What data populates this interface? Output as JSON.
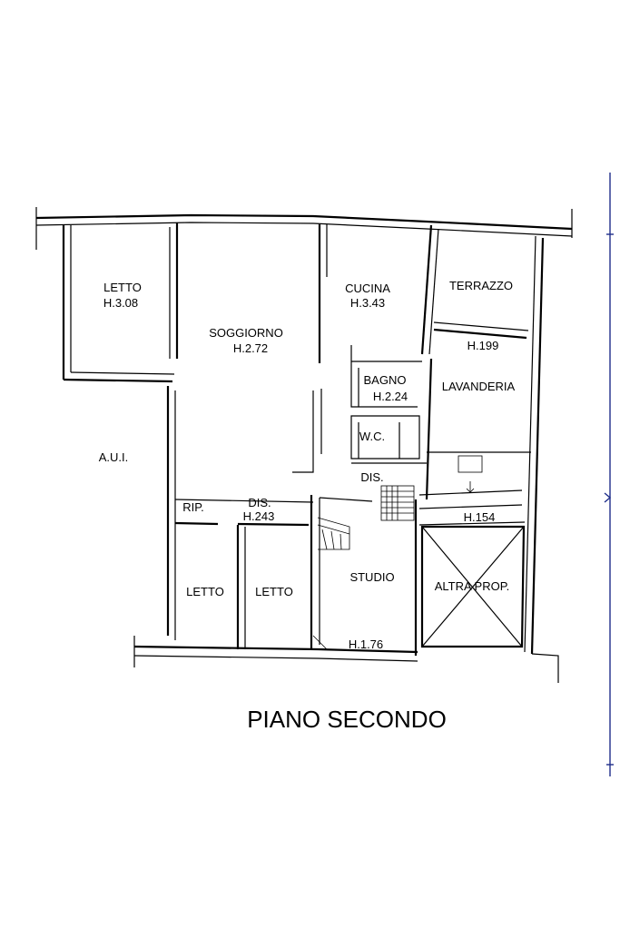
{
  "title": "PIANO SECONDO",
  "rooms": [
    {
      "name": "LETTO",
      "height": "H.3.08"
    },
    {
      "name": "SOGGIORNO",
      "height": "H.2.72"
    },
    {
      "name": "CUCINA",
      "height": "H.3.43"
    },
    {
      "name": "TERRAZZO",
      "height": "H.199"
    },
    {
      "name": "LAVANDERIA"
    },
    {
      "name": "BAGNO",
      "height": "H.2.24"
    },
    {
      "name": "W.C."
    },
    {
      "name": "DIS."
    },
    {
      "name": "A.U.I."
    },
    {
      "name": "RIP."
    },
    {
      "name": "DIS.",
      "height": "H.243"
    },
    {
      "name": "LETTO"
    },
    {
      "name": "LETTO"
    },
    {
      "name": "STUDIO",
      "height": "H.1.76"
    },
    {
      "name": "ALTRA PROP."
    },
    {
      "name": "H.154"
    }
  ]
}
